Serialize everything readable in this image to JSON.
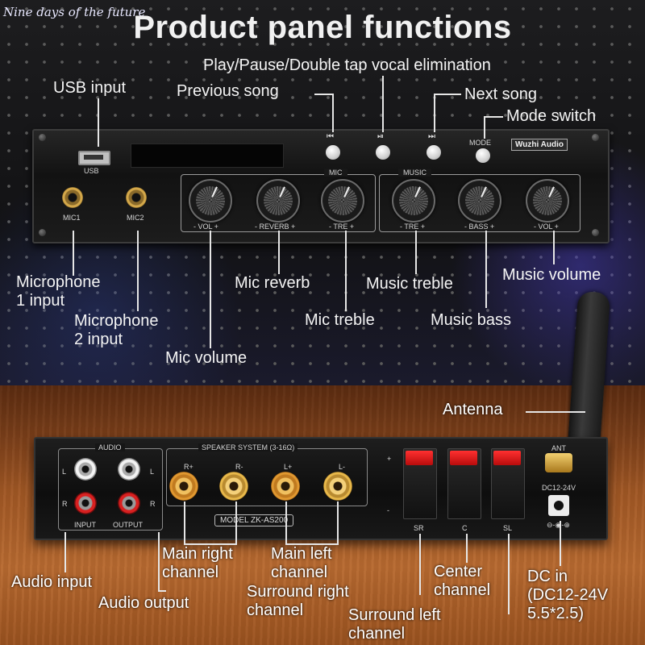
{
  "watermark": "Nine days of the future",
  "title": "Product panel functions",
  "front_panel": {
    "usb_label": "USB",
    "mic1_label": "MIC1",
    "mic2_label": "MIC2",
    "mode_label": "MODE",
    "brand": "Wuzhi Audio",
    "mic_group": "MIC",
    "music_group": "MUSIC",
    "knobs": [
      "- VOL +",
      "- REVERB +",
      "- TRE +",
      "- TRE +",
      "- BASS +",
      "- VOL +"
    ],
    "button_glyphs": [
      "⏮",
      "⏯",
      "⏭"
    ]
  },
  "callouts_top": {
    "play_pause": "Play/Pause/Double tap vocal elimination",
    "usb_input": "USB input",
    "previous_song": "Previous song",
    "next_song": "Next song",
    "mode_switch": "Mode switch",
    "microphone_1": "Microphone\n1 input",
    "microphone_2": "Microphone\n2 input",
    "mic_volume": "Mic volume",
    "mic_reverb": "Mic reverb",
    "mic_treble": "Mic treble",
    "music_treble": "Music treble",
    "music_bass": "Music bass",
    "music_volume": "Music volume"
  },
  "back_panel": {
    "audio_label": "AUDIO",
    "speaker_system_label": "SPEAKER SYSTEM  (3-16Ω)",
    "l_label": "L",
    "r_label": "R",
    "input_label": "INPUT",
    "output_label": "OUTPUT",
    "post_labels": [
      "R+",
      "R-",
      "L+",
      "L-"
    ],
    "model_label": "MODEL  ZK-AS200",
    "clip_labels": [
      "SR",
      "C",
      "SL"
    ],
    "plus": "+",
    "minus": "-",
    "ant_label": "ANT",
    "dc_label": "DC12-24V",
    "polarity": "⊖-◉-⊕"
  },
  "callouts_bottom": {
    "antenna": "Antenna",
    "audio_input": "Audio input",
    "audio_output": "Audio output",
    "main_right": "Main right\nchannel",
    "main_left": "Main left\nchannel",
    "surround_right": "Surround right\nchannel",
    "center": "Center\nchannel",
    "surround_left": "Surround left\nchannel",
    "dc_in": "DC in\n(DC12-24V\n5.5*2.5)"
  }
}
